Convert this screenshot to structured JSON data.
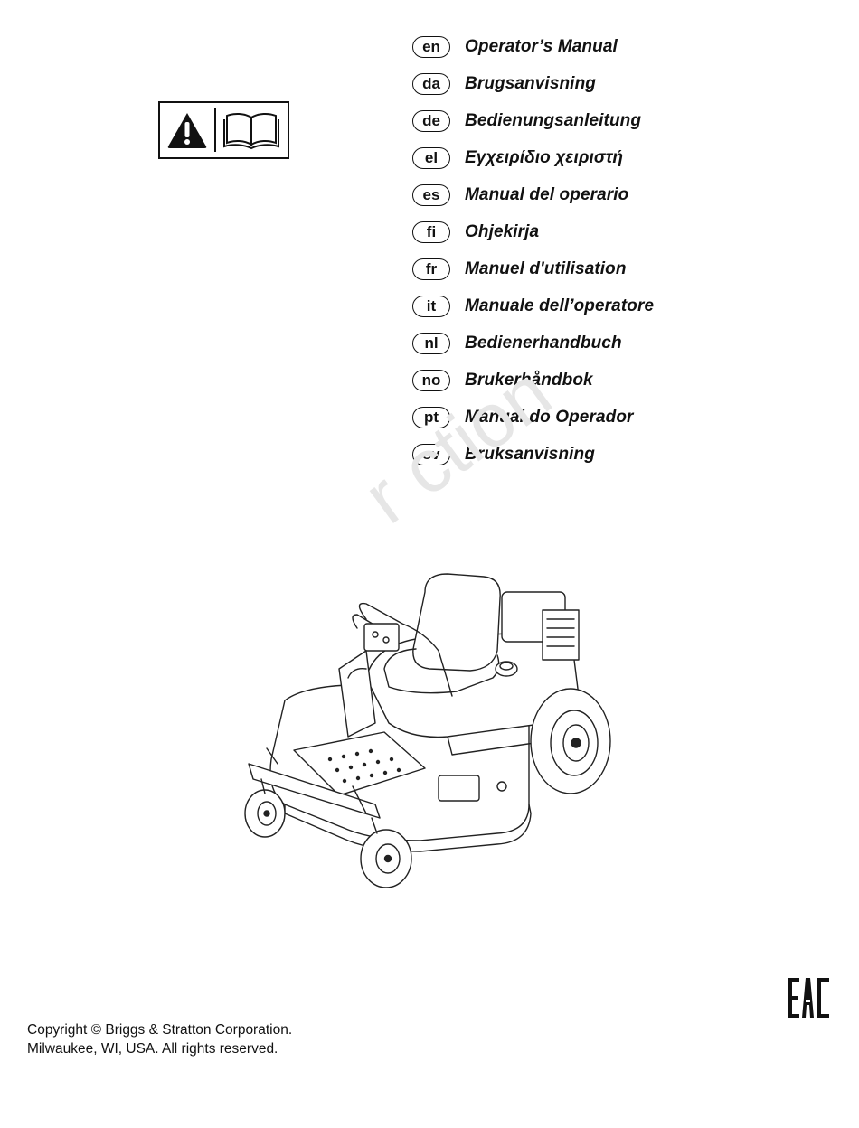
{
  "languages": [
    {
      "code": "en",
      "title": "Operator’s Manual"
    },
    {
      "code": "da",
      "title": "Brugsanvisning"
    },
    {
      "code": "de",
      "title": "Bedienungsanleitung"
    },
    {
      "code": "el",
      "title": "Εγχειρίδιο χειριστή"
    },
    {
      "code": "es",
      "title": "Manual del operario"
    },
    {
      "code": "fi",
      "title": "Ohjekirja"
    },
    {
      "code": "fr",
      "title": "Manuel d'utilisation"
    },
    {
      "code": "it",
      "title": "Manuale dell’operatore"
    },
    {
      "code": "nl",
      "title": "Bedienerhandbuch"
    },
    {
      "code": "no",
      "title": "Brukerhåndbok"
    },
    {
      "code": "pt",
      "title": "Manual do Operador"
    },
    {
      "code": "sv",
      "title": "Bruksanvisning"
    }
  ],
  "watermark": "r   ction",
  "footer": {
    "copyright_line1": "Copyright © Briggs & Stratton Corporation.",
    "copyright_line2": "Milwaukee, WI, USA. All rights reserved."
  },
  "icons": {
    "warning": "warning-triangle-icon",
    "manual": "open-book-icon",
    "certification": "eac-mark-icon"
  }
}
